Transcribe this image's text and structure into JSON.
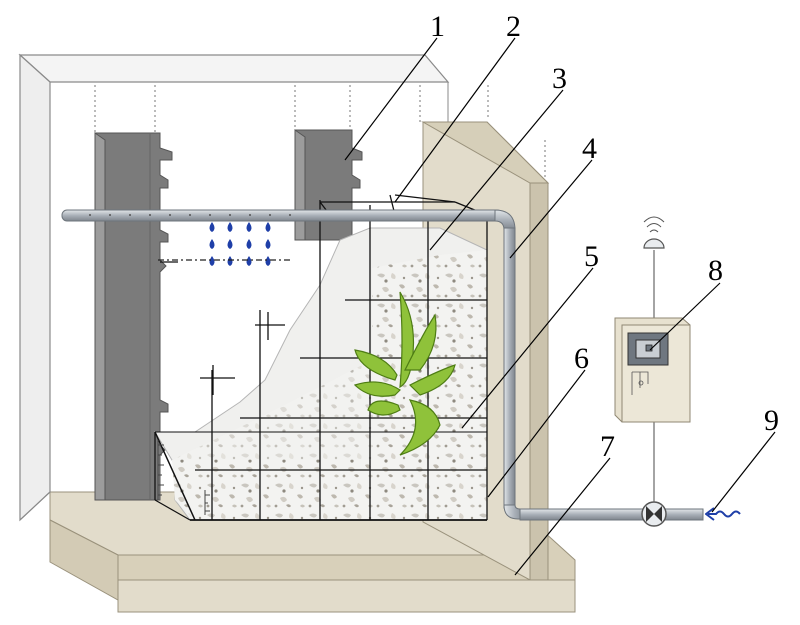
{
  "labels": {
    "l1": "1",
    "l2": "2",
    "l3": "3",
    "l4": "4",
    "l5": "5",
    "l6": "6",
    "l7": "7",
    "l8": "8",
    "l9": "9"
  },
  "colors": {
    "frame_fill": "#ffffff",
    "frame_stroke": "#8a8a8a",
    "post_dark": "#7a7a7a",
    "post_light": "#9a9a9a",
    "base_tan": "#e2dccb",
    "base_tan_dark": "#c9c1ab",
    "pipe": "#b7bdc4",
    "water_drop": "#1f3fa8",
    "plant_green": "#8fc23a",
    "plant_dark": "#4e7d14",
    "cabinet": "#e7e1cf",
    "display": "#6f7780",
    "net_wire": "#111111"
  },
  "icons": {
    "antenna": "antenna-icon",
    "valve": "valve-icon",
    "water_inlet": "wavy-arrow-icon",
    "water_drops": "water-drop-icon",
    "plant": "plant-icon"
  }
}
